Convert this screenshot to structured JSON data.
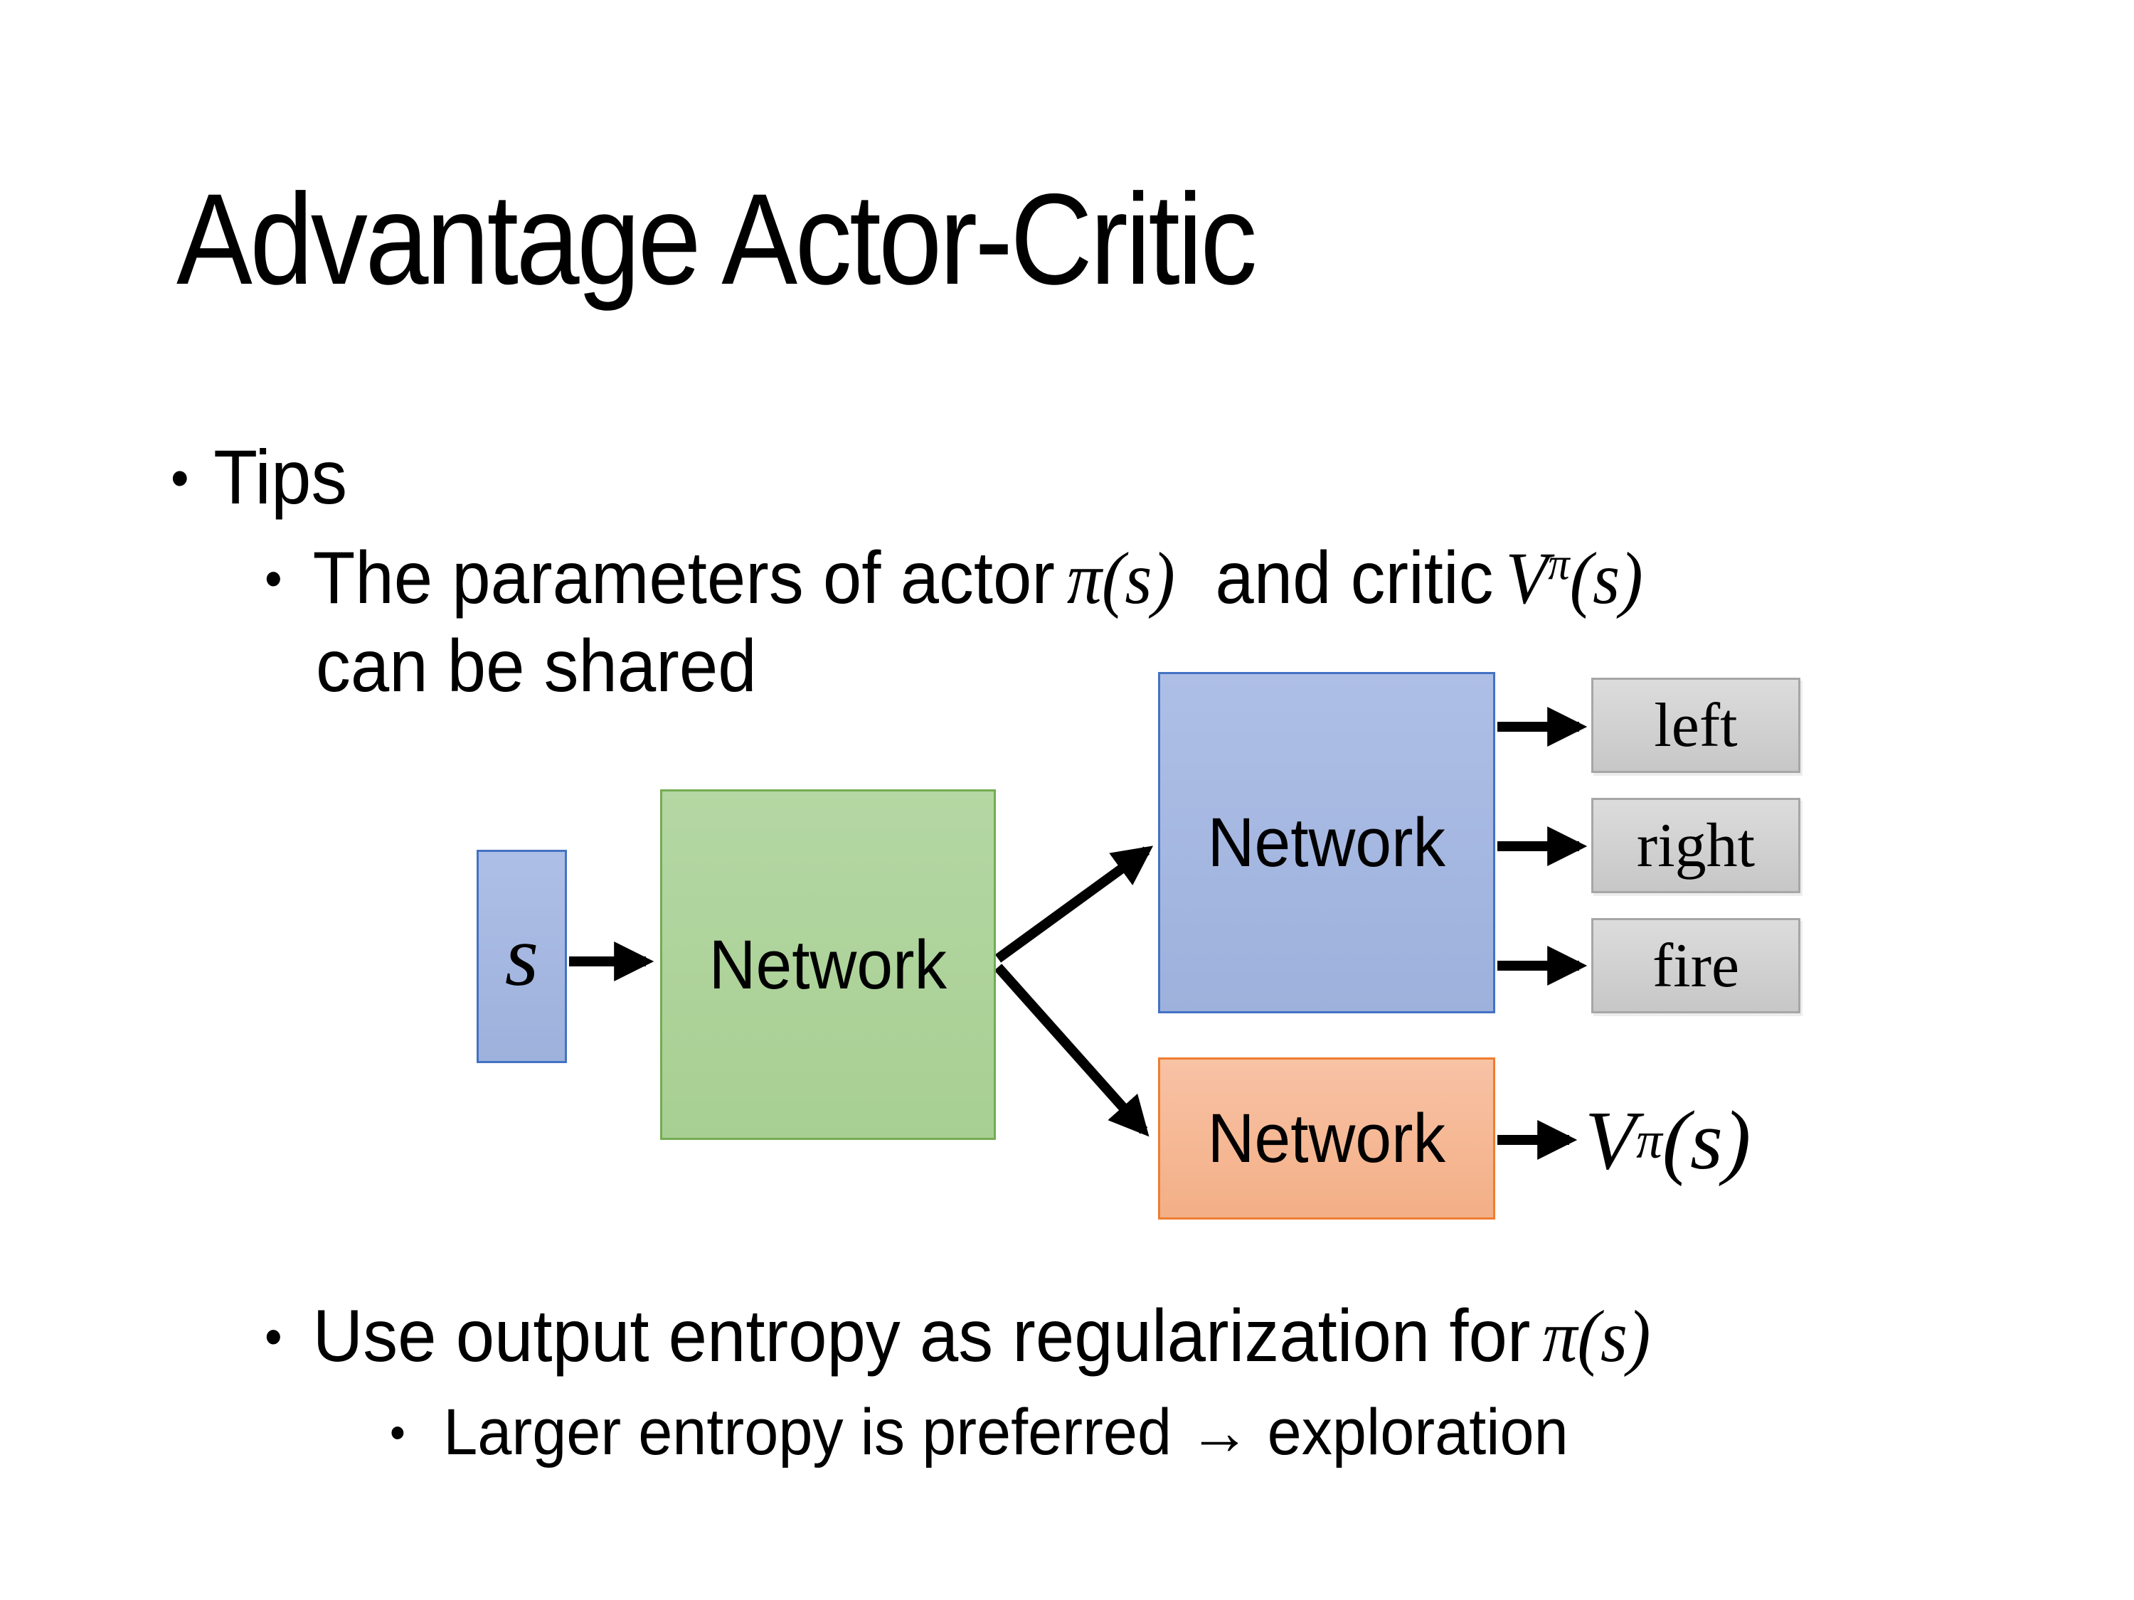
{
  "slide": {
    "title": "Advantage Actor-Critic",
    "bullet_char": "•",
    "tips": "Tips",
    "param": {
      "pre": "The parameters of actor",
      "math1": "π(s)",
      "mid": "and critic",
      "v_base": "V",
      "v_sup": "π",
      "v_args": "(s)",
      "line2": "can be shared"
    },
    "entropy": {
      "pre": "Use output entropy as regularization for",
      "math": "π(s)"
    },
    "larger": "Larger entropy is preferred → exploration",
    "diagram": {
      "input_label": "s",
      "shared_label": "Network",
      "actor_label": "Network",
      "critic_label": "Network",
      "actions": [
        "left",
        "right",
        "fire"
      ],
      "output": {
        "base": "V",
        "sup": "π",
        "args": "(s)"
      },
      "colors": {
        "input_fill": "#A6B8E1",
        "input_border": "#4472C4",
        "shared_fill": "#AFD49B",
        "shared_border": "#74AC53",
        "actor_fill": "#A6B8E1",
        "actor_border": "#4472C4",
        "critic_fill": "#F6BB9A",
        "critic_border": "#ED7D31",
        "action_fill": "#D3D3D3",
        "action_border": "#A6A6A6",
        "arrow": "#000000",
        "text": "#000000",
        "background": "#FFFFFF"
      }
    }
  }
}
